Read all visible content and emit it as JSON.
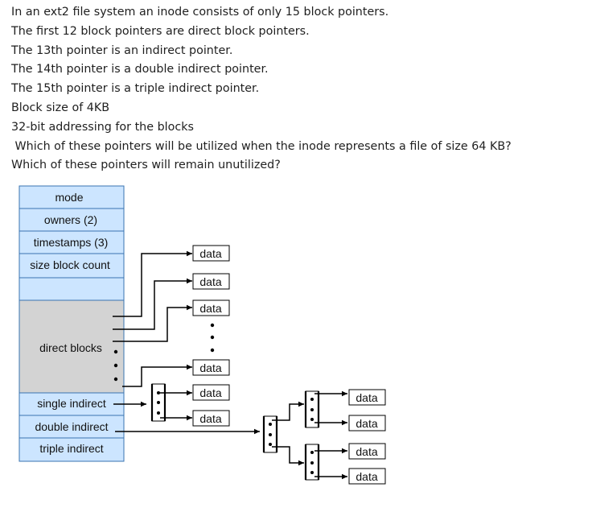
{
  "question": {
    "lines": [
      "In an ext2 file system an inode consists of only 15 block pointers.",
      "The first 12 block pointers are direct block pointers.",
      "The 13th pointer is an indirect pointer.",
      "The 14th pointer is a double indirect pointer.",
      "The 15th pointer is a triple indirect pointer.",
      "Block size of 4KB",
      "32-bit addressing for the blocks",
      " Which of these pointers will be utilized when the inode represents a file of size 64 KB?",
      "Which of these pointers will remain unutilized?"
    ]
  },
  "diagram": {
    "inode_fields": [
      "mode",
      "owners (2)",
      "timestamps (3)",
      "size block count"
    ],
    "direct_blocks_label": "direct blocks",
    "single_indirect_label": "single indirect",
    "double_indirect_label": "double indirect",
    "triple_indirect_label": "triple indirect",
    "data_label": "data",
    "colors": {
      "inode_top": "#cce5ff",
      "direct_area": "#d3d3d3",
      "line": "#000000"
    }
  }
}
